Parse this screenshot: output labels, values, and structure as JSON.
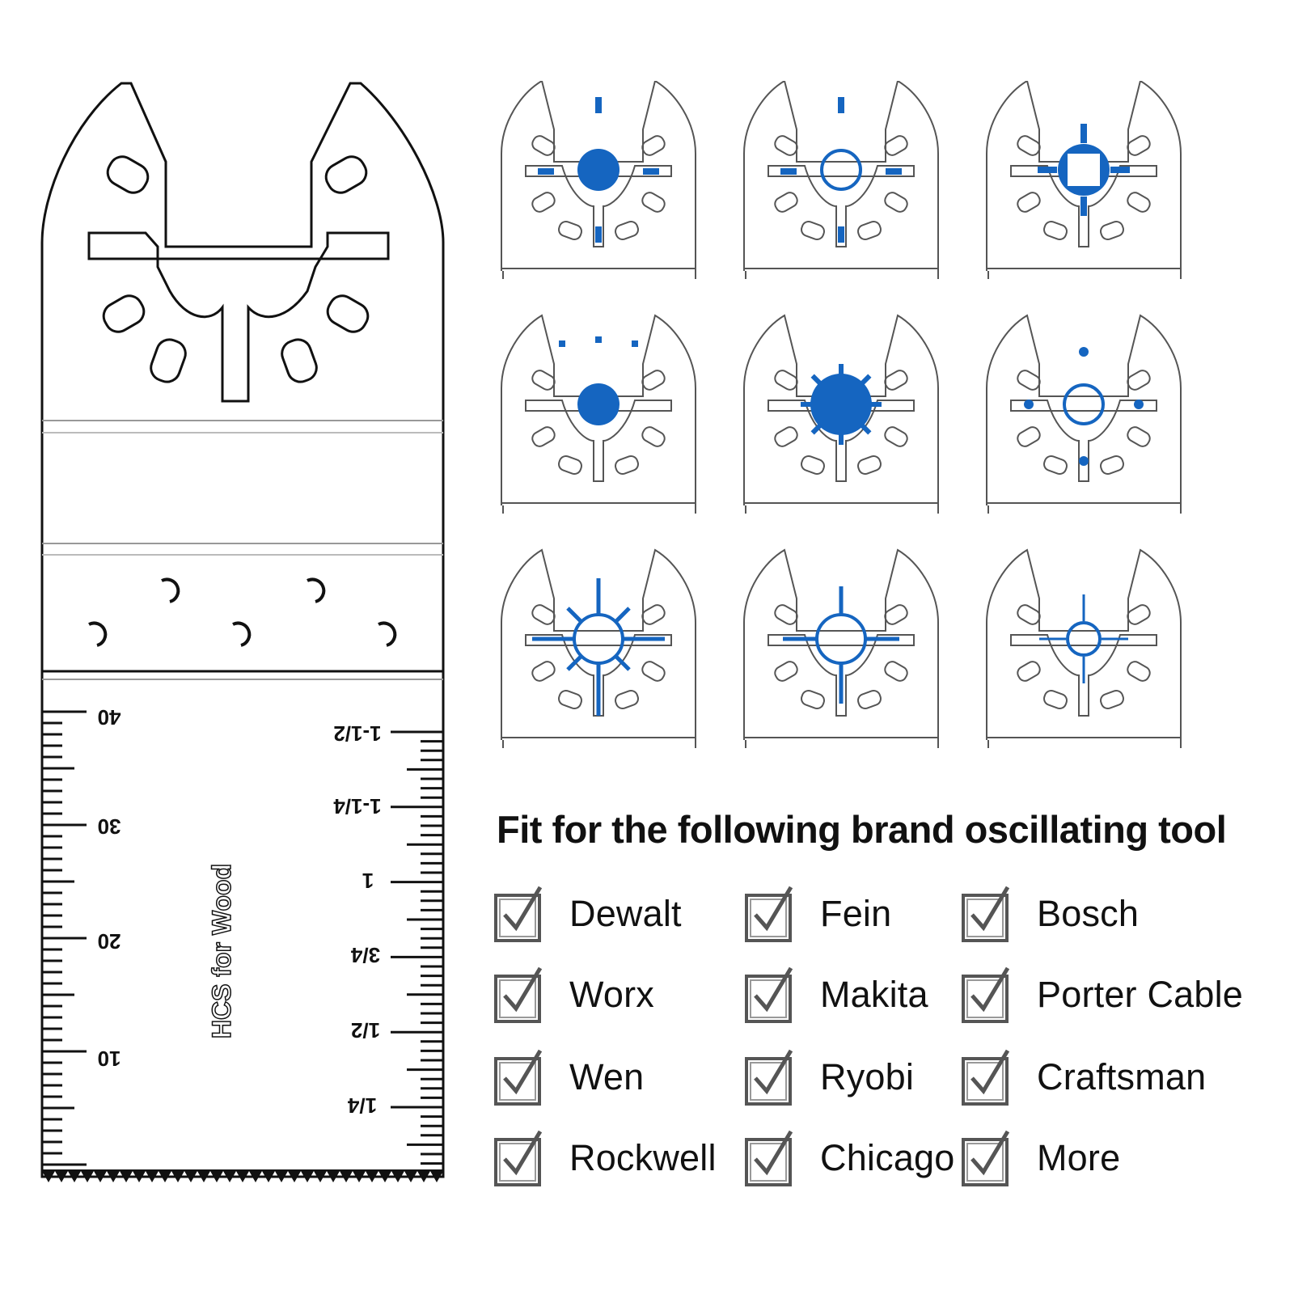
{
  "blade": {
    "material_label": "HCS for Wood",
    "metric_labels": [
      "40",
      "30",
      "20",
      "10"
    ],
    "imperial_labels": [
      "1-1/2",
      "1-1/4",
      "1",
      "3/4",
      "1/2",
      "1/4"
    ]
  },
  "adapters": [
    {
      "name": "dewalt-style-adapter"
    },
    {
      "name": "open-circle-adapter"
    },
    {
      "name": "square-hole-adapter"
    },
    {
      "name": "dotted-solid-circle-adapter"
    },
    {
      "name": "star-solid-adapter"
    },
    {
      "name": "dot-circle-adapter"
    },
    {
      "name": "cross-circle-adapter"
    },
    {
      "name": "plus-circle-adapter"
    },
    {
      "name": "arrow-circle-adapter"
    }
  ],
  "colors": {
    "accent": "#1565c0",
    "outline": "#555555"
  },
  "heading": "Fit for the following brand oscillating tool",
  "brands": [
    [
      "Dewalt",
      "Fein",
      "Bosch"
    ],
    [
      "Worx",
      "Makita",
      "Porter Cable"
    ],
    [
      "Wen",
      "Ryobi",
      "Craftsman"
    ],
    [
      "Rockwell",
      "Chicago",
      "More"
    ]
  ]
}
